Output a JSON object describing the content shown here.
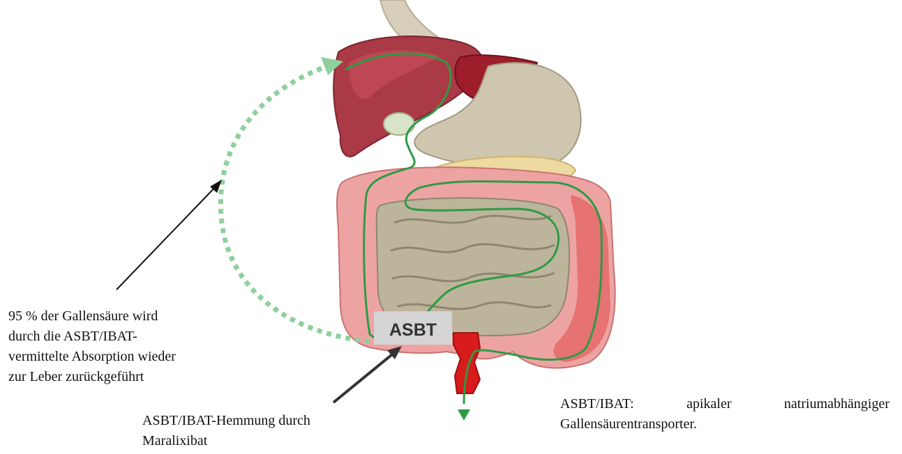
{
  "labels": {
    "asbt_box": "ASBT"
  },
  "annotations": {
    "recycle": [
      "95 % der Gallensäure wird",
      "durch die ASBT/IBAT-",
      "vermittelte Absorption wieder",
      "zur Leber zurückgeführt"
    ],
    "inhibition": [
      "ASBT/IBAT-Hemmung durch",
      "Maralixibat"
    ],
    "definition": [
      "ASBT/IBAT: apikaler natriumabhängiger",
      "Gallensäurentransporter."
    ]
  },
  "colors": {
    "bile_path": "#2e9a45",
    "recycle_arrow": "#8fcf9c",
    "liver": "#a93a46",
    "stomach": "#cfc6b0",
    "colon": "#eea3a3",
    "small_intestine": "#bdb49c",
    "rectum": "#d81b1b",
    "asbt_box": "#d4d4d4"
  }
}
